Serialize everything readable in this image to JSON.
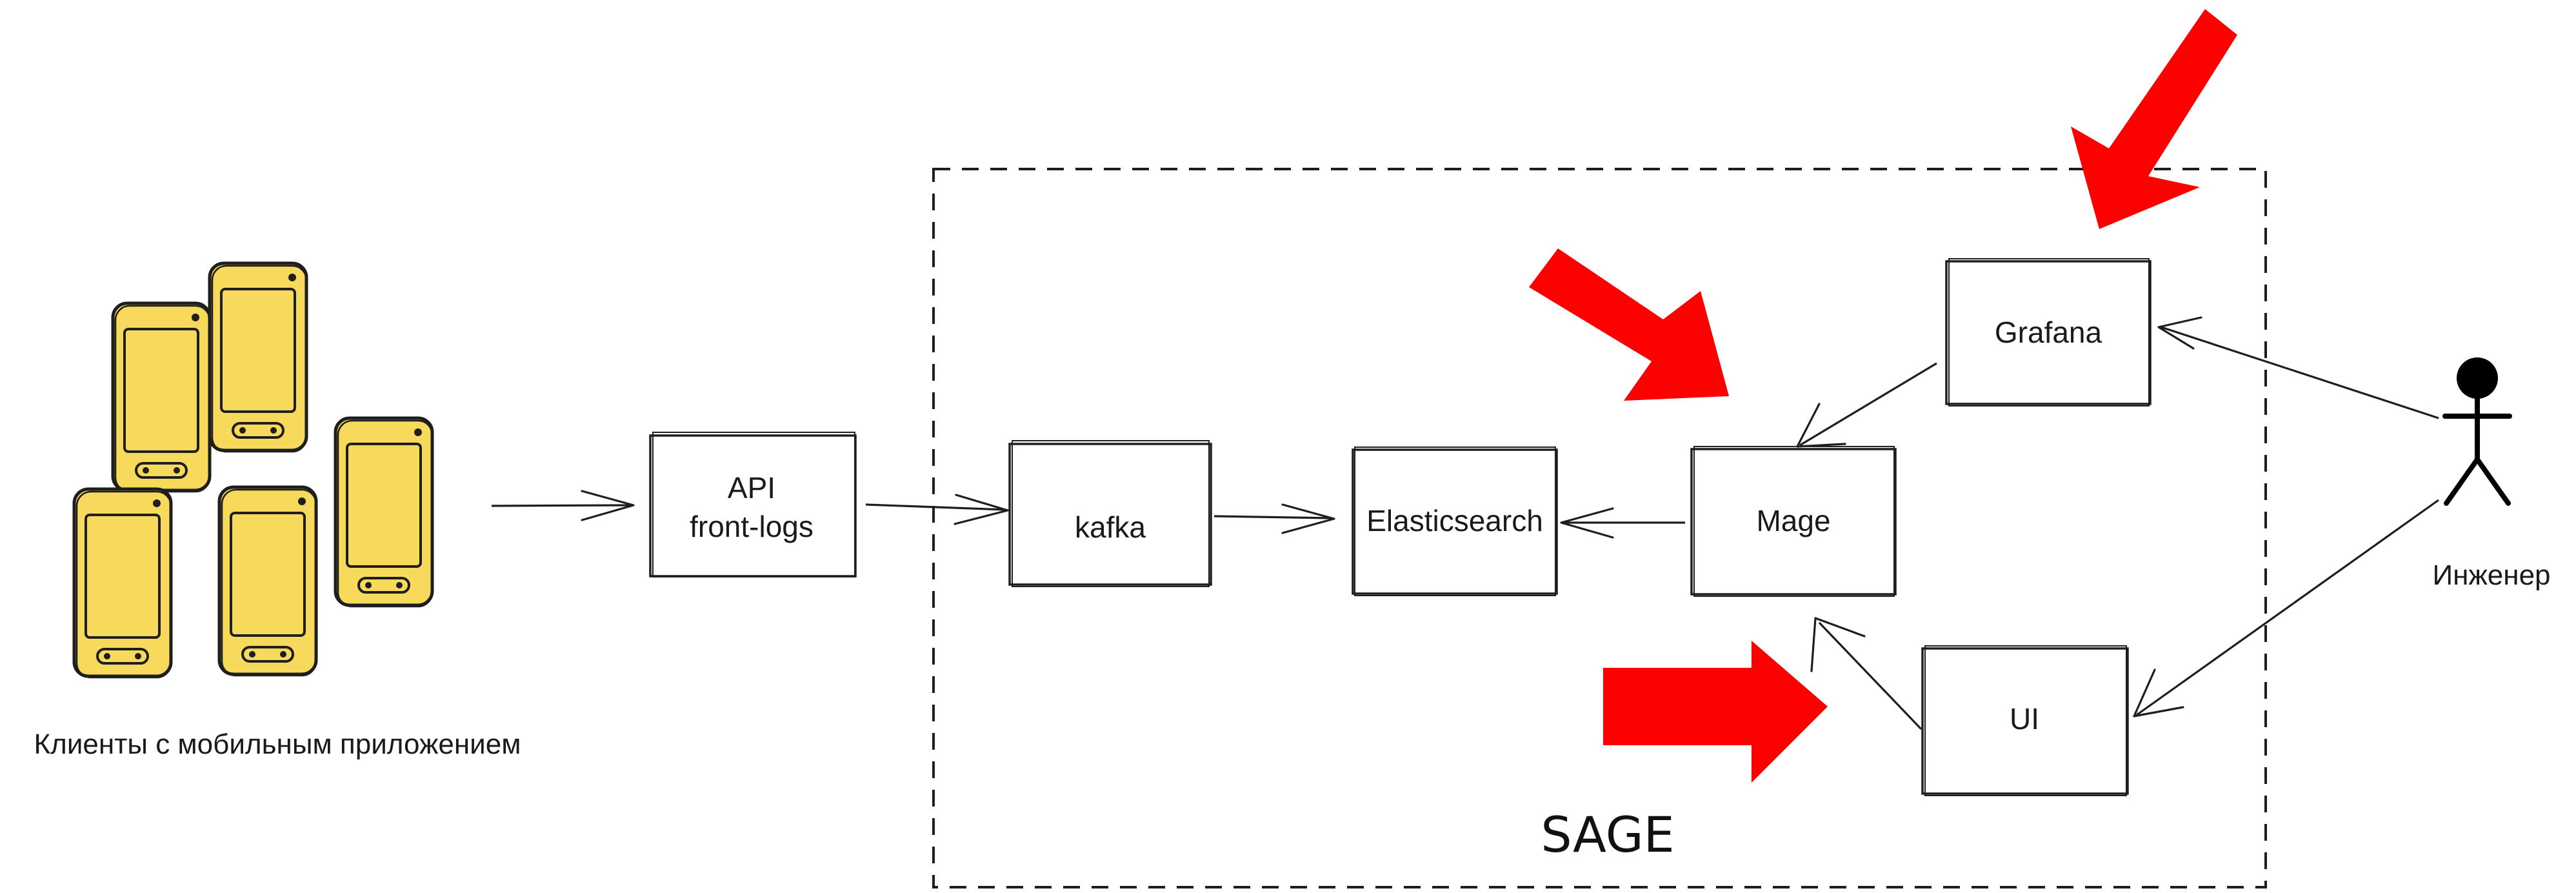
{
  "colors": {
    "highlight_arrow": "#fd0000",
    "phone_fill": "#f7d95c",
    "stroke": "#1e1e1e"
  },
  "clients": {
    "label": "Клиенты с мобильным приложением",
    "icon": "smartphone-icon",
    "count": 5
  },
  "actor": {
    "label": "Инженер",
    "icon": "stick-figure-icon"
  },
  "boundary": {
    "label": "SAGE"
  },
  "nodes": {
    "api_line1": "API",
    "api_line2": "front-logs",
    "kafka": "kafka",
    "elasticsearch": "Elasticsearch",
    "mage": "Mage",
    "grafana": "Grafana",
    "ui": "UI"
  },
  "highlights": [
    "grafana",
    "mage",
    "ui"
  ]
}
